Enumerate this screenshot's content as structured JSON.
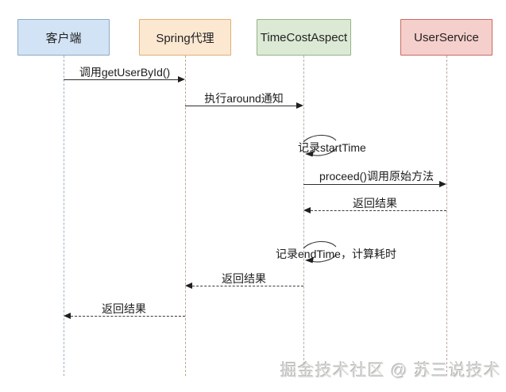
{
  "diagram": {
    "type": "sequence-diagram",
    "watermark": "掘金技术社区 @ 苏三说技术",
    "actors": [
      {
        "label": "客户端",
        "fill": "#d2e3f5",
        "border": "#8aa9c7",
        "lifeline": "#9db3c6"
      },
      {
        "label": "Spring代理",
        "fill": "#fce8d1",
        "border": "#e2ae74",
        "lifeline": "#b9ad85"
      },
      {
        "label": "TimeCostAspect",
        "fill": "#dcead5",
        "border": "#93b488",
        "lifeline": "#a9b5a3"
      },
      {
        "label": "UserService",
        "fill": "#f5cfcc",
        "border": "#c76b63",
        "lifeline": "#bfa3a1"
      }
    ],
    "messages": [
      {
        "label": "调用getUserById()",
        "from": "客户端",
        "to": "Spring代理",
        "line": "solid"
      },
      {
        "label": "执行around通知",
        "from": "Spring代理",
        "to": "TimeCostAspect",
        "line": "solid"
      },
      {
        "label": "记录startTime",
        "from": "TimeCostAspect",
        "to": "TimeCostAspect",
        "line": "self"
      },
      {
        "label": "proceed()调用原始方法",
        "from": "TimeCostAspect",
        "to": "UserService",
        "line": "solid"
      },
      {
        "label": "返回结果",
        "from": "UserService",
        "to": "TimeCostAspect",
        "line": "dashed"
      },
      {
        "label": "记录endTime，计算耗时",
        "from": "TimeCostAspect",
        "to": "TimeCostAspect",
        "line": "self"
      },
      {
        "label": "返回结果",
        "from": "TimeCostAspect",
        "to": "Spring代理",
        "line": "dashed"
      },
      {
        "label": "返回结果",
        "from": "Spring代理",
        "to": "客户端",
        "line": "dashed"
      }
    ]
  }
}
